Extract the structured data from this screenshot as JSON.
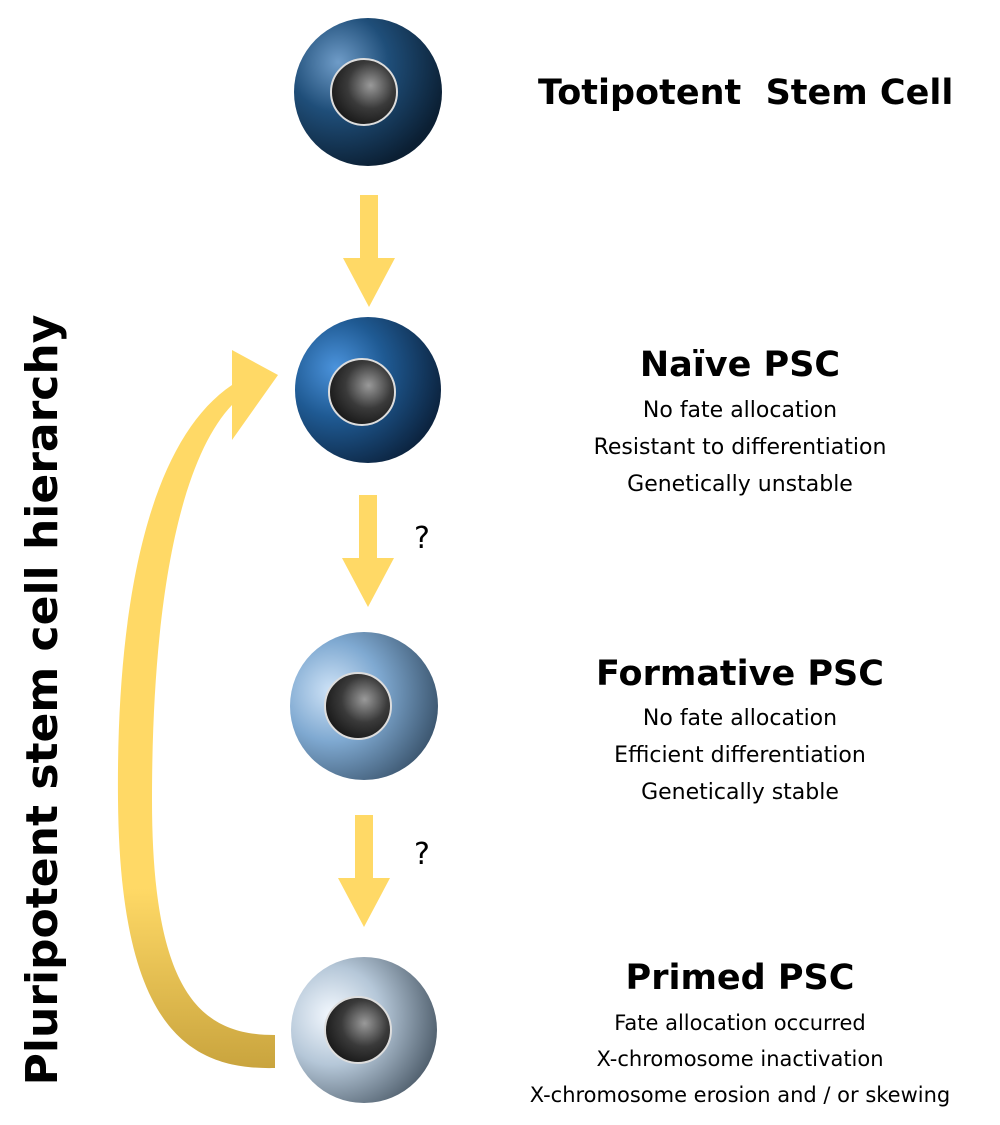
{
  "side_label": "Pluripotent stem cell hierarchy",
  "stages": [
    {
      "title": "Totipotent  Stem Cell",
      "details": []
    },
    {
      "title": "Naïve PSC",
      "details": [
        "No fate allocation",
        "Resistant to differentiation",
        "Genetically unstable"
      ]
    },
    {
      "title": "Formative PSC",
      "details": [
        "No fate allocation",
        "Efficient differentiation",
        "Genetically stable"
      ]
    },
    {
      "title": "Primed PSC",
      "details": [
        "Fate allocation occurred",
        "X-chromosome inactivation",
        "X-chromosome erosion and / or skewing"
      ]
    }
  ],
  "uncertain_transition_mark": "?",
  "colors": {
    "arrow": "#FFD966",
    "arrow_shadow": "#C9A43E",
    "cell_totipotent": "#1F4E79",
    "cell_naive": "#2E75B6",
    "cell_formative": "#9DC3E6",
    "cell_primed": "#DEEBF7",
    "nucleus": "#333333"
  }
}
